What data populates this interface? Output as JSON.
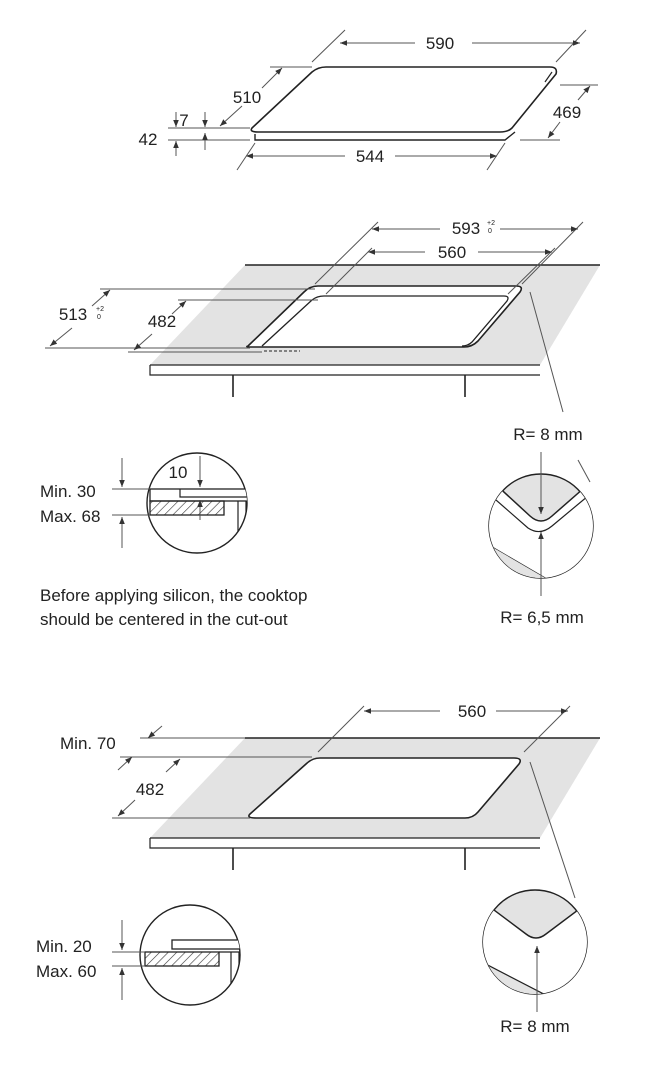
{
  "hob": {
    "width": "590",
    "depth": "510",
    "depth_rear": "469",
    "front_width": "544",
    "total_height": "42",
    "glass_thickness": "7"
  },
  "cutout_flush": {
    "width": "593",
    "width_tol_plus": "+2",
    "width_tol_zero": "0",
    "depth": "513",
    "depth_tol_plus": "+2",
    "depth_tol_zero": "0",
    "inner_width": "560",
    "inner_depth": "482",
    "radius_outer": "R= 8 mm",
    "radius_inner": "R= 6,5 mm"
  },
  "detail_flush": {
    "min_label": "Min. 30",
    "max_label": "Max. 68",
    "rebate": "10"
  },
  "note": {
    "line1": "Before applying silicon, the cooktop",
    "line2": "should be centered in the cut-out"
  },
  "cutout_standard": {
    "width": "560",
    "depth": "482",
    "min_front": "Min. 70",
    "radius": "R= 8 mm"
  },
  "detail_standard": {
    "min_label": "Min. 20",
    "max_label": "Max. 60"
  },
  "colors": {
    "surface": "#e3e3e3",
    "line": "#222222",
    "dim_line": "#555555"
  }
}
